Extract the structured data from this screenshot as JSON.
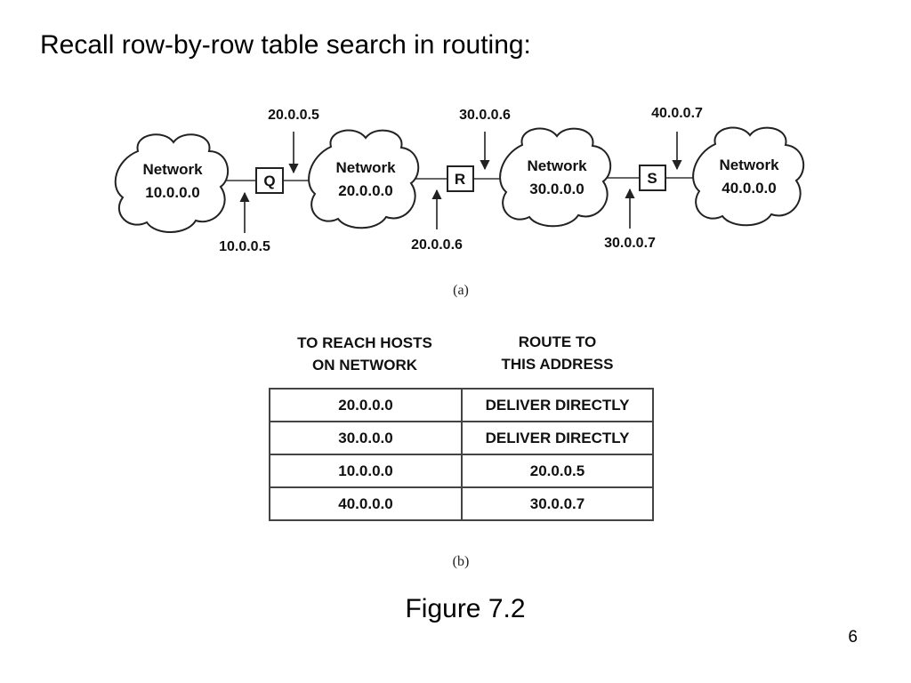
{
  "slide": {
    "title": "Recall row-by-row table search in routing:",
    "figure_caption": "Figure 7.2",
    "page_number": "6"
  },
  "diagram": {
    "networks": [
      {
        "label": "Network",
        "address": "10.0.0.0"
      },
      {
        "label": "Network",
        "address": "20.0.0.0"
      },
      {
        "label": "Network",
        "address": "30.0.0.0"
      },
      {
        "label": "Network",
        "address": "40.0.0.0"
      }
    ],
    "routers": [
      {
        "name": "Q",
        "addr_top": "20.0.0.5",
        "addr_bottom": "10.0.0.5"
      },
      {
        "name": "R",
        "addr_top": "30.0.0.6",
        "addr_bottom": "20.0.0.6"
      },
      {
        "name": "S",
        "addr_top": "40.0.0.7",
        "addr_bottom": "30.0.0.7"
      }
    ],
    "caption_a": "(a)",
    "caption_b": "(b)"
  },
  "routing_table": {
    "header_network": [
      "TO REACH HOSTS",
      "ON NETWORK"
    ],
    "header_route": [
      "ROUTE TO",
      "THIS ADDRESS"
    ],
    "rows": [
      {
        "network": "20.0.0.0",
        "route": "DELIVER DIRECTLY"
      },
      {
        "network": "30.0.0.0",
        "route": "DELIVER DIRECTLY"
      },
      {
        "network": "10.0.0.0",
        "route": "20.0.0.5"
      },
      {
        "network": "40.0.0.0",
        "route": "30.0.0.7"
      }
    ]
  }
}
